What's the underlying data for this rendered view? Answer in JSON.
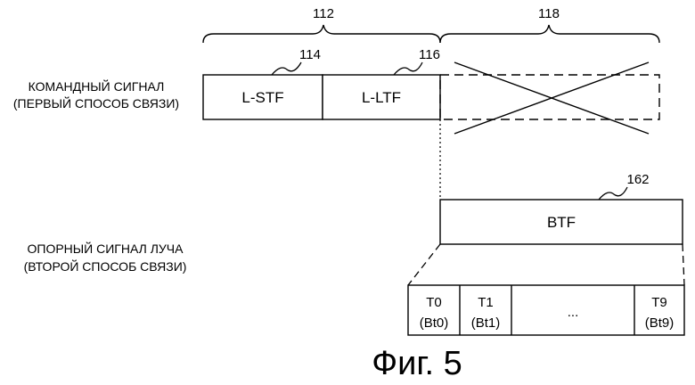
{
  "labels": {
    "command_line1": "КОМАНДНЫЙ СИГНАЛ",
    "command_line2": "(ПЕРВЫЙ СПОСОБ СВЯЗИ)",
    "reference_line1": "ОПОРНЫЙ СИГНАЛ ЛУЧА",
    "reference_line2": "(ВТОРОЙ СПОСОБ СВЯЗИ)"
  },
  "refs": {
    "r112": "112",
    "r118": "118",
    "r114": "114",
    "r116": "116",
    "r162": "162"
  },
  "boxes": {
    "lstf": "L-STF",
    "lltf": "L-LTF",
    "btf": "BTF"
  },
  "cells": [
    {
      "top": "T0",
      "bottom": "(Bt0)"
    },
    {
      "top": "T1",
      "bottom": "(Bt1)"
    },
    {
      "top": "...",
      "bottom": ""
    },
    {
      "top": "T9",
      "bottom": "(Bt9)"
    }
  ],
  "caption": "Фиг. 5"
}
